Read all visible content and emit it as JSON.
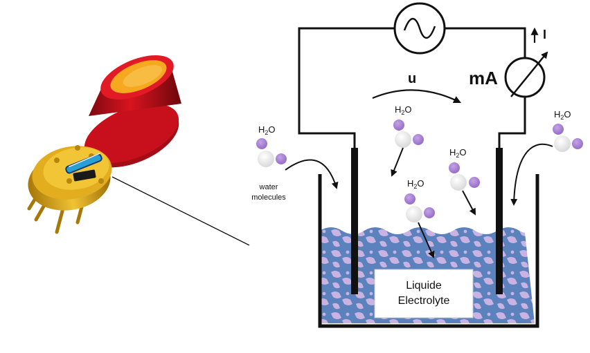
{
  "labels": {
    "voltage": "u",
    "current": "I",
    "meter_unit": "mA",
    "water_molecules": [
      "water",
      "molecules"
    ],
    "liquid": [
      "Liquide",
      "Electrolyte"
    ]
  },
  "molecules": [
    {
      "formula_base": "H",
      "formula_sub": "2",
      "formula_tail": "O"
    },
    {
      "formula_base": "H",
      "formula_sub": "2",
      "formula_tail": "O"
    },
    {
      "formula_base": "H",
      "formula_sub": "2",
      "formula_tail": "O"
    },
    {
      "formula_base": "H",
      "formula_sub": "2",
      "formula_tail": "O"
    },
    {
      "formula_base": "H",
      "formula_sub": "2",
      "formula_tail": "O"
    }
  ],
  "colors": {
    "hydrogen": "#a77fd2",
    "oxygen": "#e5e5e5",
    "electrolyte_blue": "#5b82bd",
    "electrolyte_pink": "#c9b3e3",
    "cap_red": "#c8101c",
    "cap_window": "#f6a81e",
    "header_gold": "#e2ae1f"
  },
  "icons": [
    "ac-source-icon",
    "ammeter-icon"
  ]
}
